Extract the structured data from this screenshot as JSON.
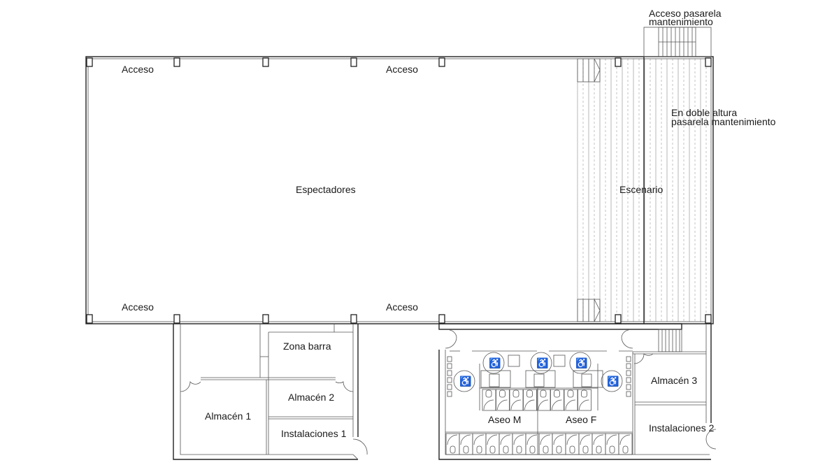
{
  "plan": {
    "labels": {
      "acceso_top_left": "Acceso",
      "acceso_top_center": "Acceso",
      "acceso_bottom_left": "Acceso",
      "acceso_bottom_center": "Acceso",
      "espectadores": "Espectadores",
      "escenario": "Escenario",
      "doble_altura_1": "En doble altura",
      "doble_altura_2": "pasarela mantenimiento",
      "acceso_pasarela_1": "Acceso pasarela",
      "acceso_pasarela_2": "mantenimiento",
      "zona_barra": "Zona barra",
      "almacen1": "Almacén 1",
      "almacen2": "Almacén 2",
      "instalaciones1": "Instalaciones 1",
      "aseo_m": "Aseo M",
      "aseo_f": "Aseo F",
      "almacen3": "Almacén 3",
      "instalaciones2": "Instalaciones 2"
    }
  }
}
